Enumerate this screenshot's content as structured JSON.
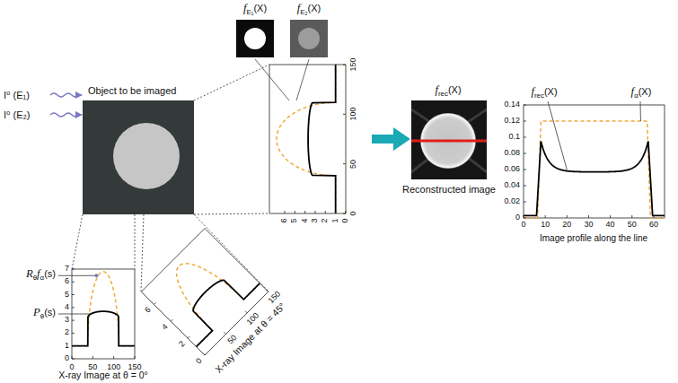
{
  "diagram": {
    "nodes": [
      {
        "text": [
          "Object to be imaged"
        ]
      },
      {
        "text": [
          "Reconstructed image"
        ]
      }
    ],
    "labels": [
      "I⁰ (E₁)",
      "I⁰ (E₂)",
      "f",
      "E₁",
      "(X)",
      "f",
      "E₂",
      "(X)",
      "R",
      "θ",
      "f",
      "α",
      "(s)",
      "P",
      "θ",
      "(s)",
      "0",
      "1",
      "2",
      "3",
      "4",
      "5",
      "6",
      "7",
      "0",
      "50",
      "100",
      "150",
      "X-ray Image at θ = 0°",
      "0",
      "2",
      "4",
      "6",
      "50",
      "100",
      "150",
      "X-ray Image at θ = 45°",
      "0",
      "50",
      "100",
      "150",
      "6",
      "5",
      "4",
      "3",
      "2",
      "1",
      "0",
      "f",
      "rec",
      "(X)",
      "f",
      "rec",
      "(X)",
      "f",
      "α",
      "(X)",
      "0",
      "0.02",
      "0.04",
      "0.06",
      "0.08",
      "0.1",
      "0.12",
      "0.14",
      "0",
      "10",
      "20",
      "30",
      "40",
      "50",
      "60",
      "Image profile along the line"
    ]
  }
}
